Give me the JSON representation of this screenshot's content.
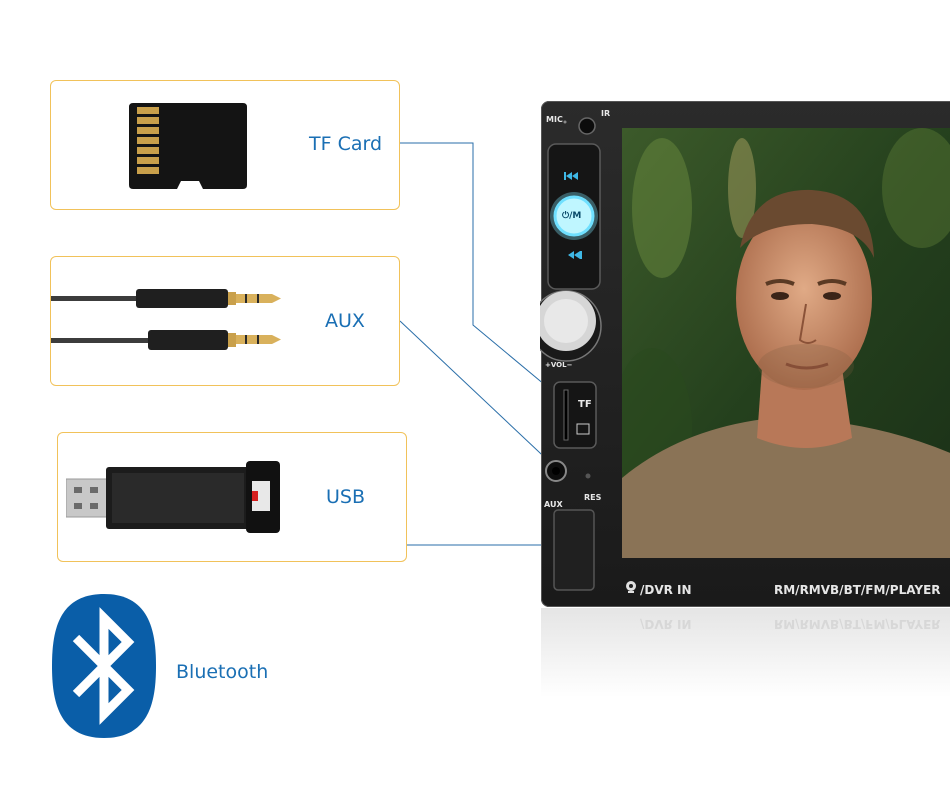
{
  "features": {
    "tf_card": {
      "label": "TF Card",
      "icon": "sd-card-icon"
    },
    "aux": {
      "label": "AUX",
      "icon": "audio-cable-icon"
    },
    "usb": {
      "label": "USB",
      "icon": "usb-stick-icon"
    },
    "bluetooth": {
      "label": "Bluetooth",
      "icon": "bluetooth-icon"
    }
  },
  "head_unit": {
    "mic_label": "MIC",
    "ir_label": "IR",
    "power_mode_label": "⏻/M",
    "volume_label": "+VOL−",
    "tf_label": "TF",
    "aux_label": "AUX",
    "res_label": "RES",
    "dvr_label": "/DVR IN",
    "formats_label": "RM/RMVB/BT/FM/PLAYER"
  },
  "colors": {
    "label_blue": "#1a6fb4",
    "box_border": "#f1c25a",
    "connector_line": "#2a6ea8",
    "bluetooth_blue": "#0a5ea8",
    "button_glow": "#7de8ff"
  }
}
